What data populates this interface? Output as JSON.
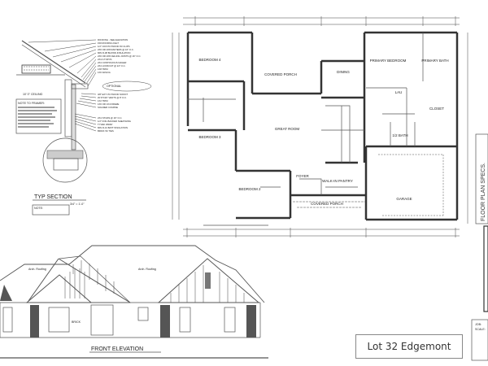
{
  "sheet": {
    "title": "Lot 32 Edgemont",
    "specs_label": "FLOOR PLAN SPECS.",
    "job_label": "JOB:",
    "scale_label": "SCALE:"
  },
  "section": {
    "title": "TYP SECTION",
    "scale": "3/4\" = 1'-0\"",
    "note_label": "NOTE:",
    "framer_note": "NOTE TO FRAMER:",
    "optional": "OPTIONAL",
    "ceiling": "10' 0\" CEILING",
    "callouts": [
      "ROOFING - SEE ELEVATION",
      "15# ROOFING FELT",
      "1/2\" CDX PLYWOOD W/ CLIPS",
      "2X6 OR 2X8 RAFTERS @ 16\" O.C.",
      "MIN R-38 BLOWN INSULATION",
      "2X6 OR 2X8 CEILING JOISTS @ 16\" O.C.",
      "2X4 A TOP PL",
      "2X4 CONTINUOUS NAILER",
      "2X4 LOOKOUT @ 24\" O.C.",
      "1X8 TRIM",
      "1X6 FASCIA",
      "3/8\" EXT. PLYWOOD SOFFIT",
      "W/ 8\"X16\" VENTS @ 8' O.C.",
      "1X2 TRIM",
      "1X6 OR 1X4 FRIEZE",
      "SOLDIER COURSE",
      "2X4 STUDS @ 16\" O.C.",
      "1/2\" FOIL BACKED SHEATHING",
      "TYVEK WRAP",
      "MIN R-13 BATT INSULATION",
      "BRICK W/ TIES"
    ]
  },
  "floor_plan": {
    "rooms": [
      "BEDROOM 4",
      "COVERED PORCH",
      "DINING",
      "PRIMARY BEDROOM",
      "PRIMARY BATH",
      "LAU",
      "CLOSET",
      "BEDROOM 3",
      "GREAT ROOM",
      "FOYER",
      "WALK-IN PANTRY",
      "BEDROOM 2",
      "COVERED PORCH",
      "GARAGE",
      "1/2 BATH"
    ]
  },
  "elevation": {
    "title": "FRONT ELEVATION",
    "roofing_label": "Arch. Roofing",
    "brick_label": "BRICK"
  }
}
